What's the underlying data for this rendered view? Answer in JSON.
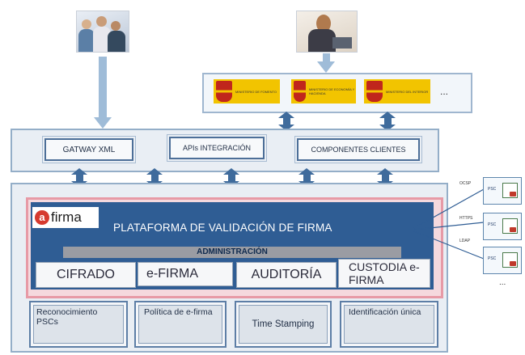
{
  "clients": {
    "ministry_labels": [
      "MINISTERIO DE FOMENTO",
      "MINISTERIO DE ECONOMÍA Y HACIENDA",
      "MINISTERIO DEL INTERIOR"
    ],
    "more_indicator": "..."
  },
  "integration_tier": {
    "gateway": "GATWAY XML",
    "apis": "APIs INTEGRACIÓN",
    "client_components": "COMPONENTES CLIENTES"
  },
  "platform": {
    "logo_text": "firma",
    "title": "PLATAFORMA DE VALIDACIÓN DE FIRMA",
    "administration": "ADMINISTRACIÓN",
    "modules": [
      "CIFRADO",
      "e-FIRMA",
      "AUDITORÍA",
      "CUSTODIA e-FIRMA"
    ]
  },
  "services": [
    "Reconocimiento PSCs",
    "Política de e-firma",
    "Time Stamping",
    "Identificación única"
  ],
  "psc": {
    "label": "PSC",
    "protocols": [
      "OCSP",
      "HTTPS",
      "LDAP"
    ],
    "more_indicator": "..."
  },
  "colors": {
    "platform_blue": "#2f5d94",
    "arrow_light": "#9fbcd8",
    "arrow_dark": "#3f6b9c",
    "admin_bar": "#9a9ca3",
    "highlight_frame": "#e79aa6",
    "ministry_yellow": "#f2c400"
  }
}
